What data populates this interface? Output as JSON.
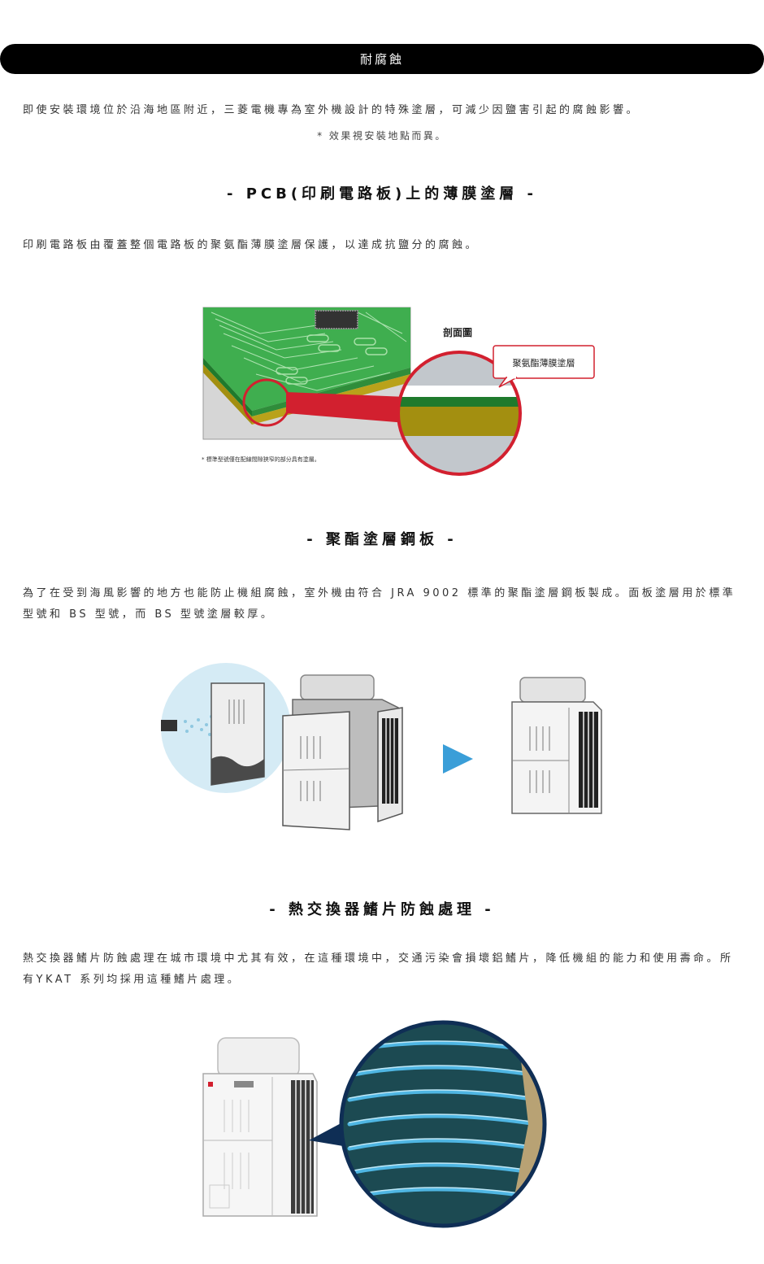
{
  "banner": {
    "title": "耐腐蝕"
  },
  "intro": {
    "text": "即使安裝環境位於沿海地區附近，三菱電機專為室外機設計的特殊塗層，可減少因鹽害引起的腐蝕影響。",
    "note": "* 效果視安裝地點而異。"
  },
  "pcb": {
    "heading": "- PCB(印刷電路板)上的薄膜塗層 -",
    "text": "印刷電路板由覆蓋整個電路板的聚氨酯薄膜塗層保護，以達成抗鹽分的腐蝕。",
    "section_label": "剖面圖",
    "coating_label": "聚氨酯薄膜塗層",
    "footnote": "* 標準型號僅在配線間隙狹窄的部分具有塗層。"
  },
  "steel": {
    "heading": "- 聚酯塗層鋼板 -",
    "text": "為了在受到海風影響的地方也能防止機組腐蝕，室外機由符合 JRA 9002 標準的聚酯塗層鋼板製成。面板塗層用於標準型號和 BS 型號，而 BS 型號塗層較厚。"
  },
  "fin": {
    "heading": "- 熱交換器鰭片防蝕處理 -",
    "text": "熱交換器鰭片防蝕處理在城市環境中尤其有效，在這種環境中，交通污染會損壞鋁鰭片，降低機組的能力和使用壽命。所有YKAT 系列均採用這種鰭片處理。"
  },
  "colors": {
    "pcb_green": "#3fae4f",
    "coating_green": "#1f7a2c",
    "board_gold": "#a38f10",
    "highlight_red": "#d2202f",
    "arrow_blue": "#3a9ed8",
    "fin_blue": "#4fb6e3"
  }
}
